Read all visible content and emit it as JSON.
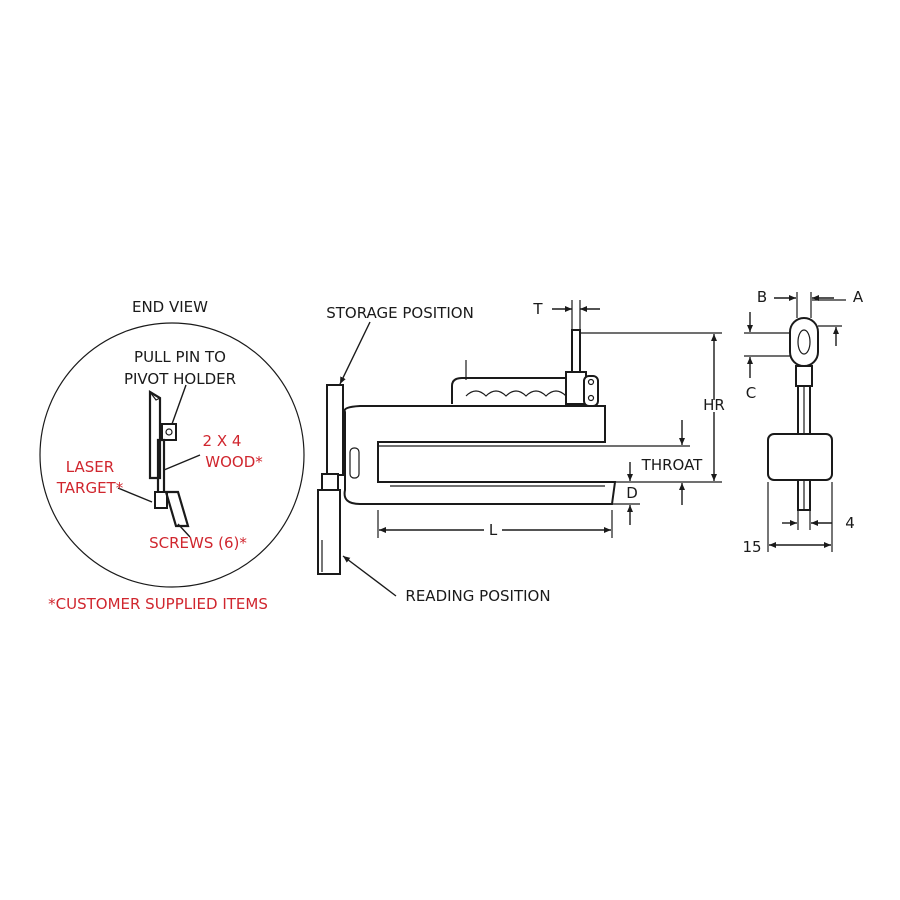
{
  "end_view": {
    "title": "END VIEW",
    "pull_pin_line1": "PULL PIN TO",
    "pull_pin_line2": "PIVOT HOLDER",
    "wood_line1": "2 X 4",
    "wood_line2": "WOOD*",
    "laser_line1": "LASER",
    "laser_line2": "TARGET*",
    "screws": "SCREWS (6)*"
  },
  "footnote": "*CUSTOMER SUPPLIED ITEMS",
  "side_view": {
    "storage_position": "STORAGE POSITION",
    "reading_position": "READING POSITION",
    "dim_T": "T",
    "dim_HR": "HR",
    "dim_throat": "THROAT",
    "dim_D": "D",
    "dim_L": "L"
  },
  "front_view": {
    "dim_B": "B",
    "dim_A": "A",
    "dim_C": "C",
    "dim_15": "15",
    "dim_4": "4"
  },
  "colors": {
    "line": "#1a1a1a",
    "accent_red": "#d0262e"
  }
}
